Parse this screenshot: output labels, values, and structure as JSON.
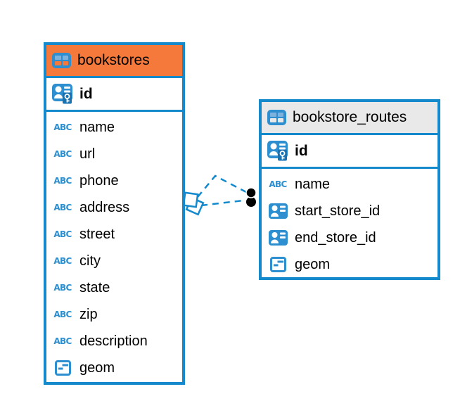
{
  "diagram": {
    "tables": [
      {
        "name": "bookstores",
        "header_style": "orange",
        "columns": [
          {
            "name": "id",
            "type": "pk"
          },
          {
            "name": "name",
            "type": "text"
          },
          {
            "name": "url",
            "type": "text"
          },
          {
            "name": "phone",
            "type": "text"
          },
          {
            "name": "address",
            "type": "text"
          },
          {
            "name": "street",
            "type": "text"
          },
          {
            "name": "city",
            "type": "text"
          },
          {
            "name": "state",
            "type": "text"
          },
          {
            "name": "zip",
            "type": "text"
          },
          {
            "name": "description",
            "type": "text"
          },
          {
            "name": "geom",
            "type": "geom"
          }
        ]
      },
      {
        "name": "bookstore_routes",
        "header_style": "gray",
        "columns": [
          {
            "name": "id",
            "type": "pk"
          },
          {
            "name": "name",
            "type": "text"
          },
          {
            "name": "start_store_id",
            "type": "fk"
          },
          {
            "name": "end_store_id",
            "type": "fk"
          },
          {
            "name": "geom",
            "type": "geom"
          }
        ]
      }
    ],
    "relationships": [
      {
        "from_table": "bookstores",
        "to_table": "bookstore_routes",
        "style": "dashed",
        "lines": 2,
        "source_marker": "diamond",
        "target_marker": "dots"
      }
    ],
    "icon_names": {
      "pk": "primary-key-icon",
      "fk": "foreign-key-icon",
      "text": "text-type-icon",
      "geom": "geometry-type-icon",
      "table": "table-icon"
    },
    "colors": {
      "accent_blue": "#1489CC",
      "icon_blue": "#2E8FD0",
      "icon_blue_light": "#7DB2DF",
      "icon_blue_dark": "#1B72B1",
      "header_orange": "#F5793B",
      "header_gray": "#E9E9E9",
      "text": "#000000",
      "background": "#FFFFFF"
    }
  }
}
